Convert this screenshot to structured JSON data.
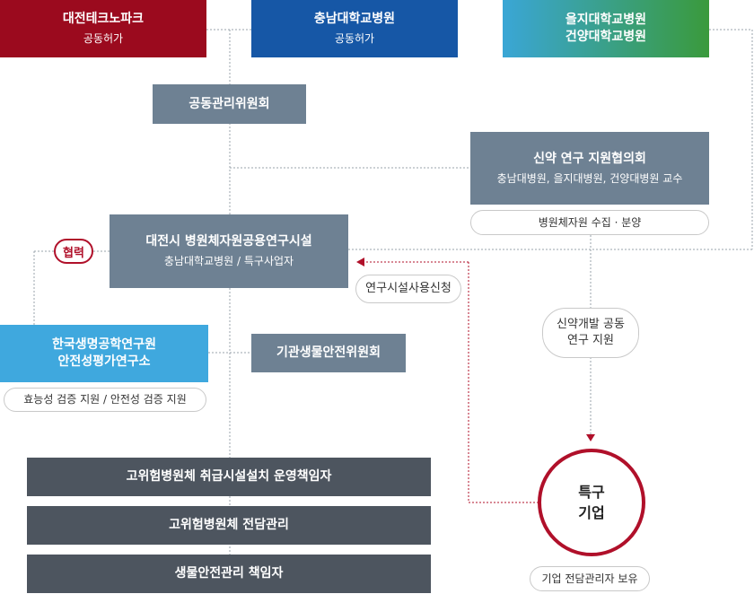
{
  "top": {
    "daejeon_techno": {
      "title": "대전테크노파크",
      "sub": "공동허가",
      "color": "#9b0a1e"
    },
    "chungnam": {
      "title": "충남대학교병원",
      "sub": "공동허가",
      "color": "#1657a6"
    },
    "eulji": {
      "line1": "을지대학교병원",
      "line2": "건양대학교병원",
      "gradient_from": "#3aa6d6",
      "gradient_to": "#3a9a3c"
    }
  },
  "committee": {
    "title": "공동관리위원회"
  },
  "consortium": {
    "title": "신약 연구 지원협의회",
    "sub": "충남대병원, 을지대병원, 건양대병원 교수"
  },
  "consortium_note": "병원체자원 수집 · 분양",
  "facility": {
    "title": "대전시 병원체자원공용연구시설",
    "sub": "충남대학교병원 / 특구사업자"
  },
  "cooperation_badge": "협력",
  "kribb": {
    "line1": "한국생명공학연구원",
    "line2": "안전성평가연구소"
  },
  "kribb_note": "효능성 검증 지원 / 안전성 검증 지원",
  "biosafety_committee": "기관생물안전위원회",
  "application_pill": "연구시설사용신청",
  "drug_support_pill": {
    "line1": "신약개발 공동",
    "line2": "연구 지원"
  },
  "officers": [
    "고위험병원체 취급시설설치 운영책임자",
    "고위험병원체 전담관리",
    "생물안전관리 책임자"
  ],
  "company": {
    "line1": "특구",
    "line2": "기업"
  },
  "company_note": "기업 전담관리자 보유",
  "colors": {
    "slate": "#6e8193",
    "dark_slate": "#4d555f",
    "light_blue": "#3fa8de",
    "accent_red": "#b0102a",
    "dotted_line": "#9aa3ab"
  }
}
